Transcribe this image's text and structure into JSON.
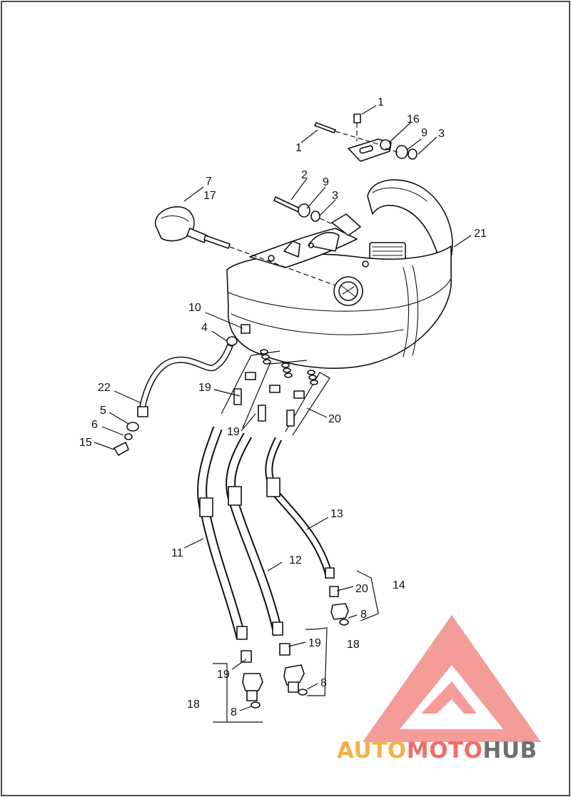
{
  "diagram": {
    "callouts": [
      "1",
      "1",
      "16",
      "9",
      "3",
      "2",
      "9",
      "3",
      "7",
      "17",
      "21",
      "10",
      "4",
      "22",
      "19",
      "20",
      "19",
      "5",
      "6",
      "15",
      "13",
      "11",
      "12",
      "20",
      "14",
      "8",
      "19",
      "18",
      "19",
      "18",
      "8",
      "8"
    ]
  },
  "watermark": {
    "brand": "AUTOMOTOHUB",
    "brand_parts": [
      "AUTO",
      "MOTO",
      "HUB"
    ],
    "colors": {
      "auto": "#f2b24a",
      "moto": "#ee6f6a",
      "hub": "#6f6f6f",
      "triangle": "#f28b86"
    }
  }
}
